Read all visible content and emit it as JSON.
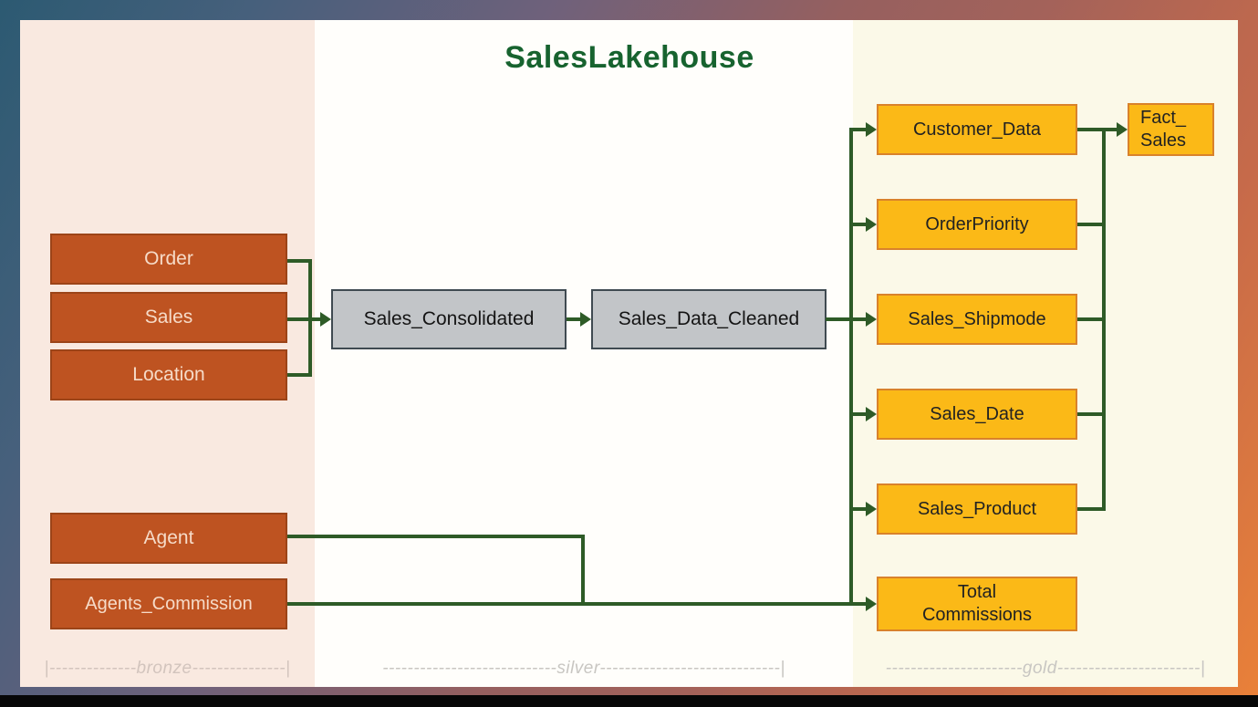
{
  "title": "SalesLakehouse",
  "colors": {
    "bronze_box": "#be5321",
    "silver_box": "#c2c5c8",
    "gold_box": "#fbb917",
    "connector_green": "#2e5b27",
    "title_green": "#17632f",
    "bronze_zone_bg": "#f9e9e0",
    "silver_zone_bg": "#fffefb",
    "gold_zone_bg": "#fbf9e8"
  },
  "bronze": {
    "tables": [
      "Order",
      "Sales",
      "Location",
      "Agent",
      "Agents_Commission"
    ],
    "ruler": "|--------------bronze---------------|"
  },
  "silver": {
    "tables": [
      "Sales_Consolidated",
      "Sales_Data_Cleaned"
    ],
    "ruler": "----------------------------silver-----------------------------|"
  },
  "gold": {
    "tables": [
      "Customer_Data",
      "OrderPriority",
      "Sales_Shipmode",
      "Sales_Date",
      "Sales_Product",
      "Total\nCommissions"
    ],
    "fact_table": "Fact_\nSales",
    "ruler": "----------------------gold-----------------------|"
  }
}
